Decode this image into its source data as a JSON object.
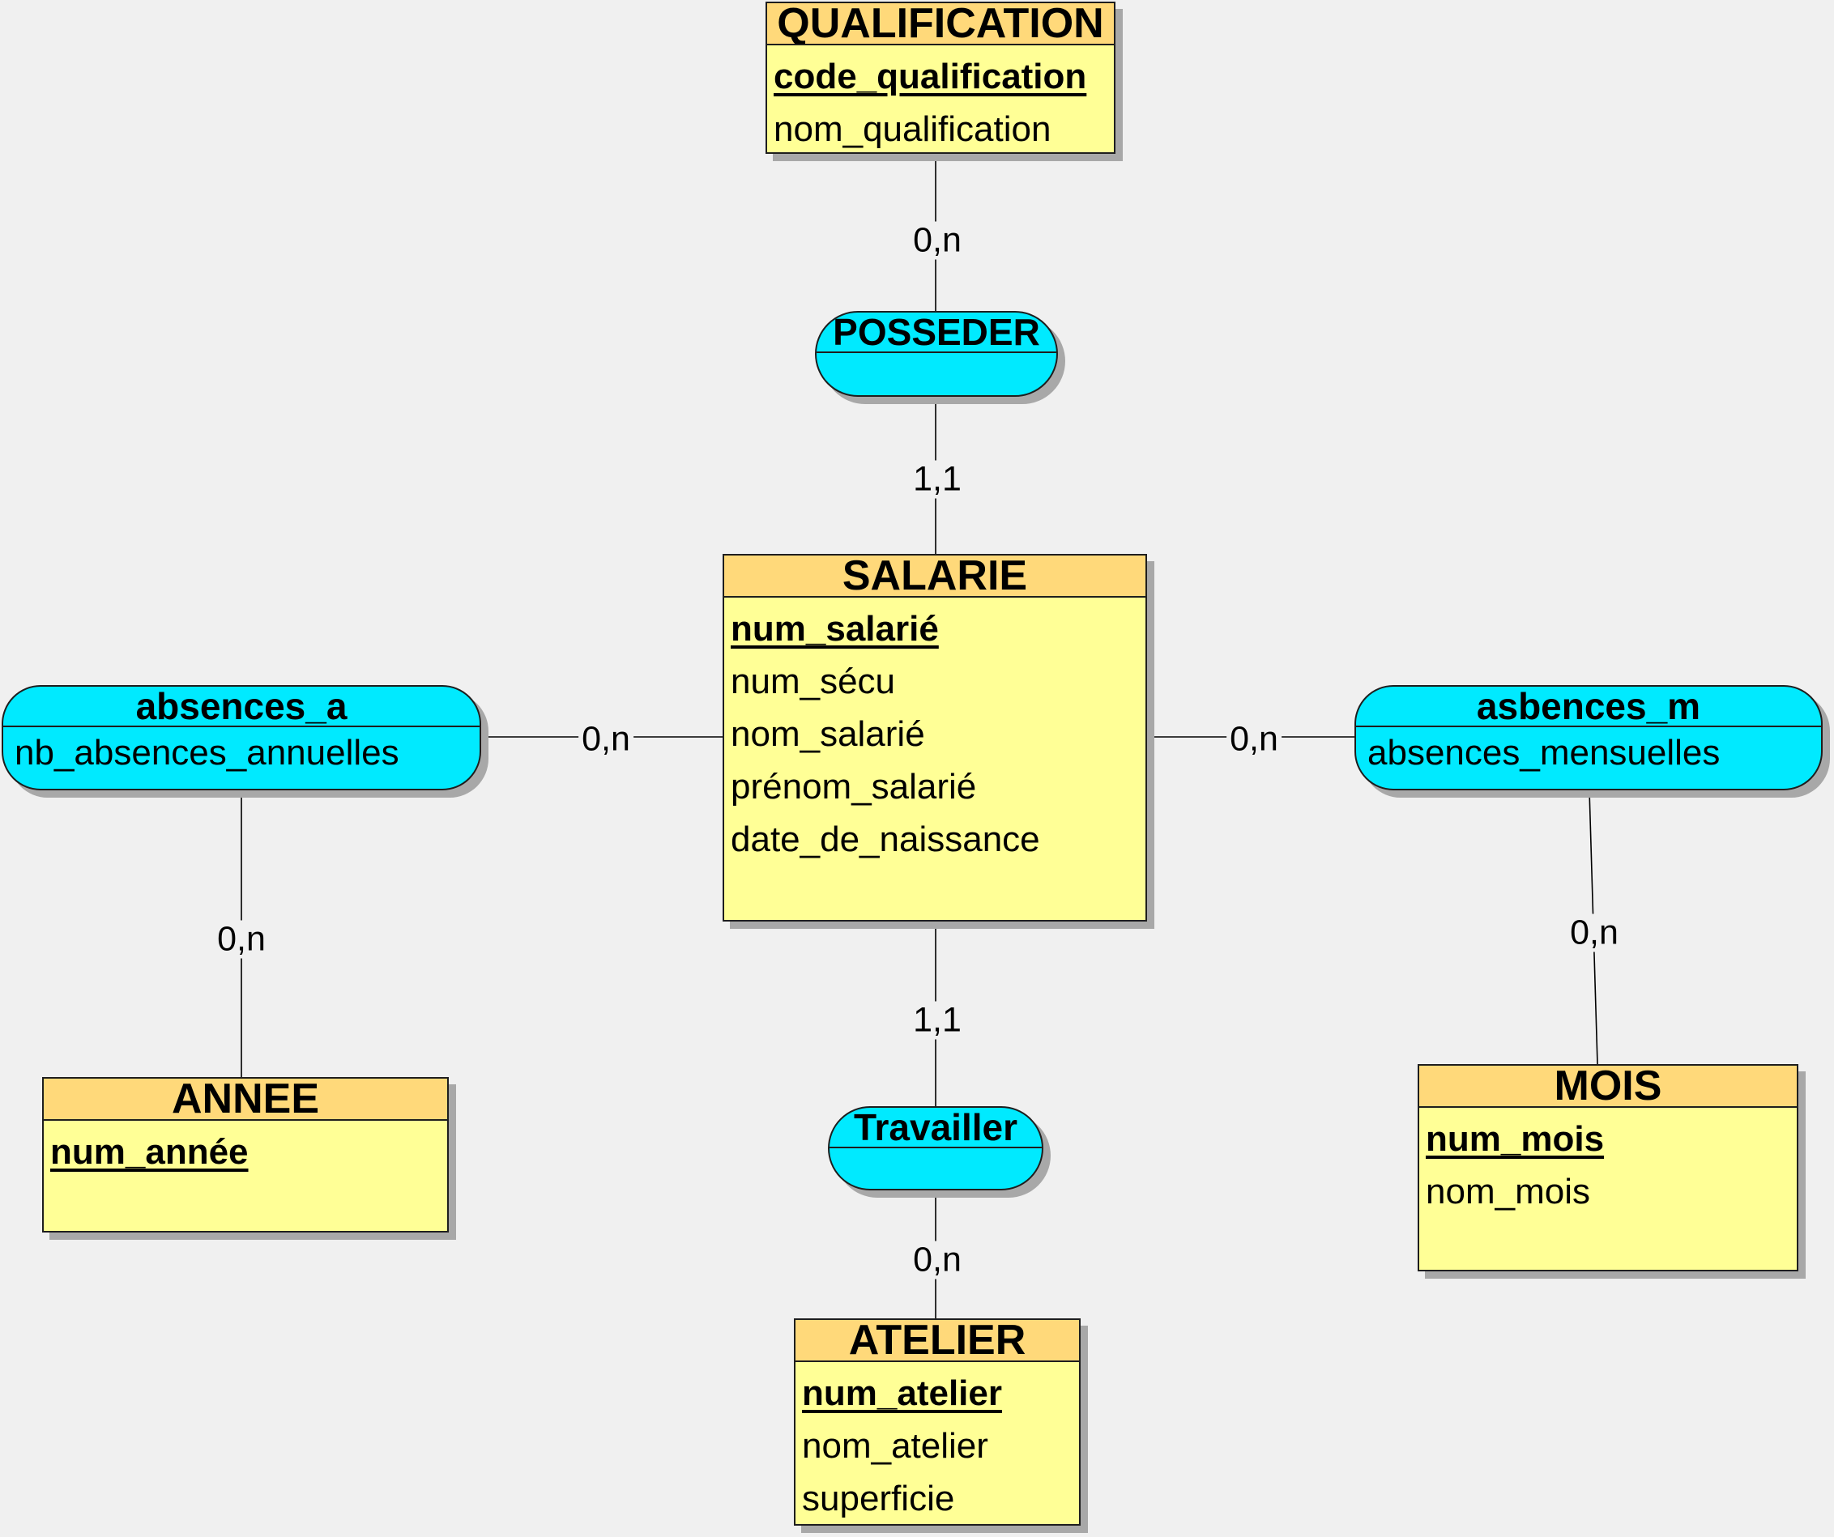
{
  "entities": {
    "qualification": {
      "name": "QUALIFICATION",
      "key": "code_qualification",
      "attributes": [
        "nom_qualification"
      ]
    },
    "salarie": {
      "name": "SALARIE",
      "key": "num_salarié",
      "attributes": [
        "num_sécu",
        "nom_salarié",
        "prénom_salarié",
        "date_de_naissance"
      ]
    },
    "annee": {
      "name": "ANNEE",
      "key": "num_année"
    },
    "mois": {
      "name": "MOIS",
      "key": "num_mois",
      "attributes": [
        "nom_mois"
      ]
    },
    "atelier": {
      "name": "ATELIER",
      "key": "num_atelier",
      "attributes": [
        "nom_atelier",
        "superficie"
      ]
    }
  },
  "associations": {
    "posseder": {
      "name": "POSSEDER"
    },
    "travailler": {
      "name": "Travailler"
    },
    "absences_a": {
      "name": "absences_a",
      "attribute": "nb_absences_annuelles"
    },
    "asbences_m": {
      "name": "asbences_m",
      "attribute": "absences_mensuelles"
    }
  },
  "cardinalities": {
    "qualification_posseder": "0,n",
    "salarie_posseder": "1,1",
    "salarie_absences_a": "0,n",
    "annee_absences_a": "0,n",
    "salarie_asbences_m": "0,n",
    "mois_asbences_m": "0,n",
    "salarie_travailler": "1,1",
    "atelier_travailler": "0,n"
  },
  "colors": {
    "background": "#f0f0f0",
    "entity_body": "#ffff96",
    "entity_header": "#ffd97a",
    "association": "#00eaff",
    "shadow": "#a8a8a8"
  }
}
